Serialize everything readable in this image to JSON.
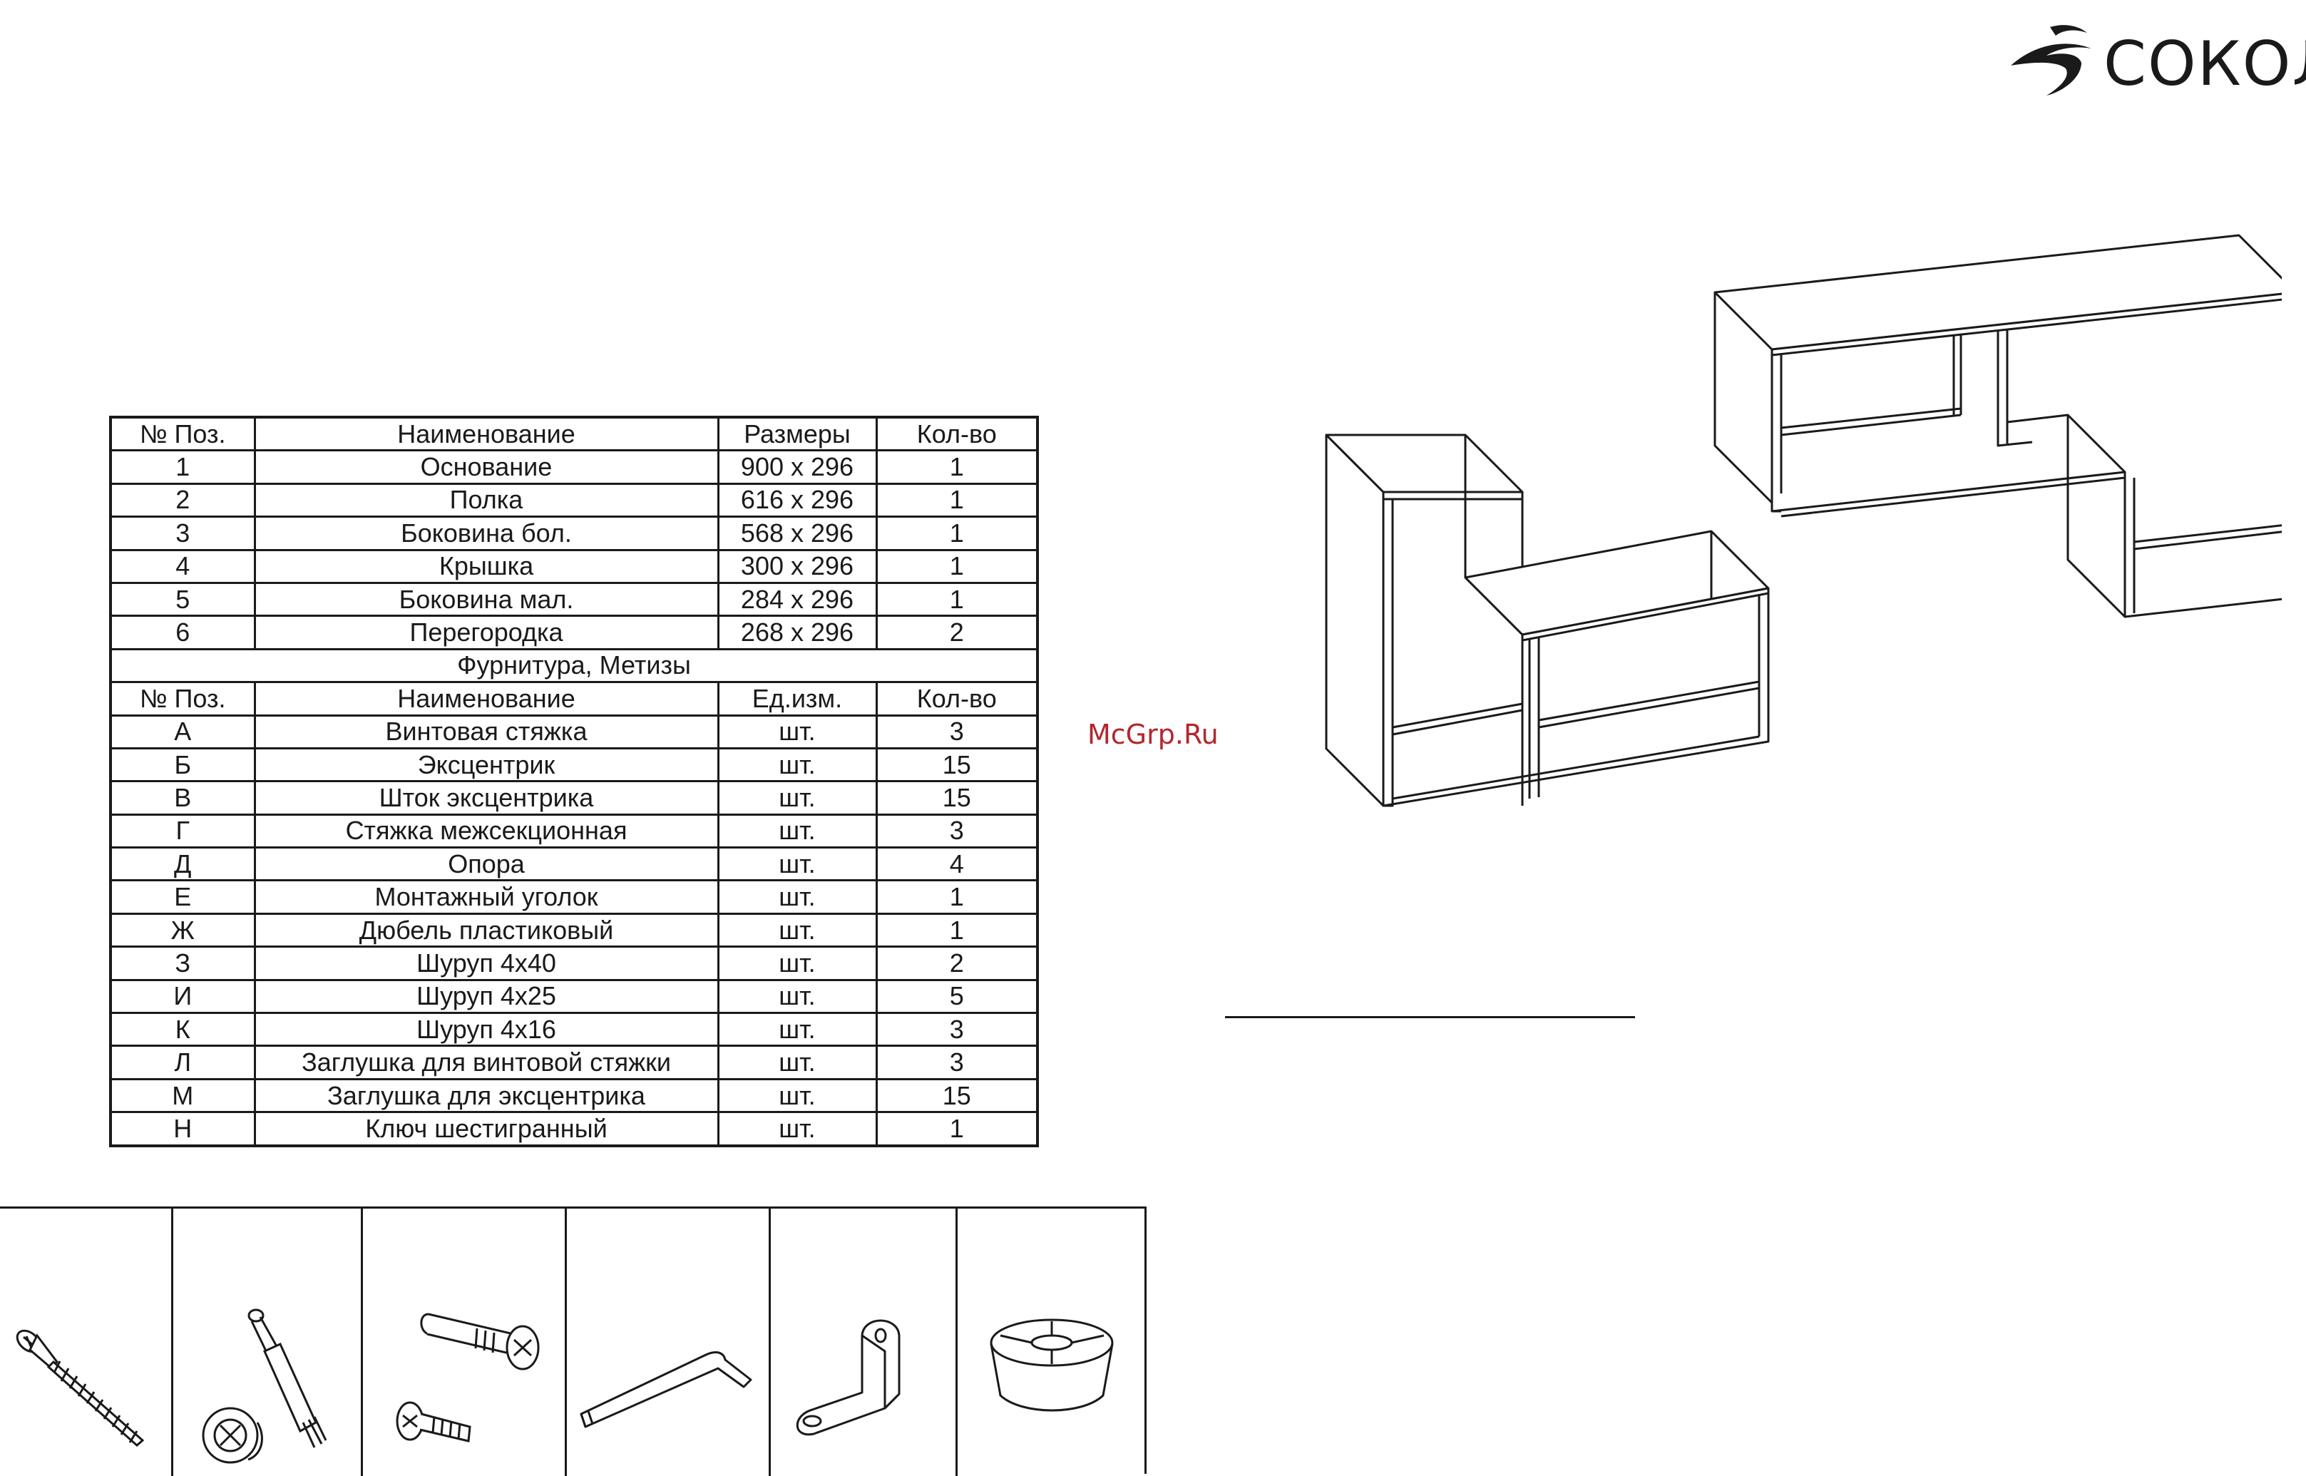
{
  "brand": {
    "name": "СОКОЛ",
    "logo_icon": "falcon-swoosh-icon"
  },
  "watermark": "McGrp.Ru",
  "parts_table": {
    "headers": [
      "№ Поз.",
      "Наименование",
      "Размеры",
      "Кол-во"
    ],
    "rows": [
      [
        "1",
        "Основание",
        "900 x 296",
        "1"
      ],
      [
        "2",
        "Полка",
        "616 x 296",
        "1"
      ],
      [
        "3",
        "Боковина бол.",
        "568 x 296",
        "1"
      ],
      [
        "4",
        "Крышка",
        "300 x 296",
        "1"
      ],
      [
        "5",
        "Боковина мал.",
        "284 x 296",
        "1"
      ],
      [
        "6",
        "Перегородка",
        "268 x 296",
        "2"
      ]
    ]
  },
  "hardware_section": {
    "title": "Фурнитура, Метизы",
    "headers": [
      "№ Поз.",
      "Наименование",
      "Ед.изм.",
      "Кол-во"
    ],
    "rows": [
      [
        "А",
        "Винтовая стяжка",
        "шт.",
        "3"
      ],
      [
        "Б",
        "Эксцентрик",
        "шт.",
        "15"
      ],
      [
        "В",
        "Шток эксцентрика",
        "шт.",
        "15"
      ],
      [
        "Г",
        "Стяжка межсекционная",
        "шт.",
        "3"
      ],
      [
        "Д",
        "Опора",
        "шт.",
        "4"
      ],
      [
        "Е",
        "Монтажный уголок",
        "шт.",
        "1"
      ],
      [
        "Ж",
        "Дюбель пластиковый",
        "шт.",
        "1"
      ],
      [
        "З",
        "Шуруп 4х40",
        "шт.",
        "2"
      ],
      [
        "И",
        "Шуруп 4х25",
        "шт.",
        "5"
      ],
      [
        "К",
        "Шуруп 4х16",
        "шт.",
        "3"
      ],
      [
        "Л",
        "Заглушка для винтовой стяжки",
        "шт.",
        "3"
      ],
      [
        "М",
        "Заглушка для эксцентрика",
        "шт.",
        "15"
      ],
      [
        "Н",
        "Ключ шестигранный",
        "шт.",
        "1"
      ]
    ]
  },
  "hardware_icons": [
    "confirmat-screw-icon",
    "cam-lock-icon",
    "connecting-bolt-icon",
    "hex-key-icon",
    "mounting-bracket-icon",
    "furniture-foot-icon"
  ],
  "colors": {
    "ink": "#1a1a1a",
    "watermark": "#b3262e",
    "background": "#ffffff"
  }
}
